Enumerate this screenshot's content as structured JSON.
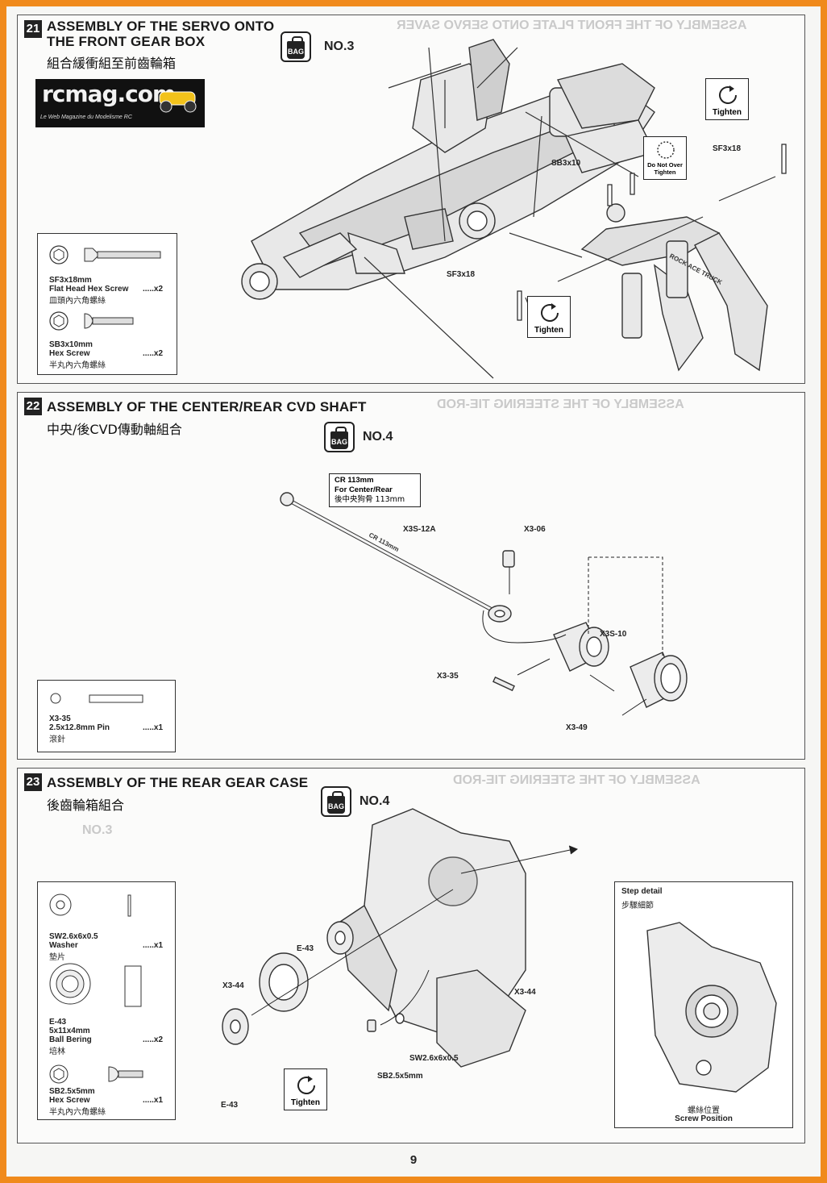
{
  "logo": {
    "brand": "rcmag.com",
    "tagline": "Le Web Magazine du Modelisme RC"
  },
  "step21": {
    "number": "21",
    "title_line1": "ASSEMBLY OF THE SERVO ONTO",
    "title_line2": "THE FRONT GEAR BOX",
    "subtitle": "組合緩衝組至前齒輪箱",
    "bag_label": "BAG",
    "bag_number": "NO.3",
    "ghost_title": "ASSEMBLY OF THE FRONT PLATE ONTO SERVO SAVER",
    "parts": [
      {
        "code": "SF3x18mm",
        "name": "Flat Head Hex Screw",
        "cn": "皿頭內六角螺絲",
        "qty": ".....x2"
      },
      {
        "code": "SB3x10mm",
        "name": "Hex Screw",
        "cn": "半丸內六角螺絲",
        "qty": ".....x2"
      }
    ],
    "labels": {
      "tighten_top": "Tighten",
      "sf3x18_right": "SF3x18",
      "sb3x10": "SB3x10",
      "do_not_over_tighten": "Do Not Over Tighten",
      "sf3x18_bottom": "SF3x18",
      "tighten_bottom": "Tighten",
      "plate_text": "ROCK ACE TRUCK"
    }
  },
  "step22": {
    "number": "22",
    "title": "ASSEMBLY OF THE CENTER/REAR CVD SHAFT",
    "subtitle": "中央/後CVD傳動軸組合",
    "bag_label": "BAG",
    "bag_number": "NO.4",
    "ghost_title": "ASSEMBLY OF THE STEERING TIE-ROD",
    "callout": [
      "CR 113mm",
      "For Center/Rear",
      "後中央狗骨 113mm"
    ],
    "parts": [
      {
        "code": "X3-35",
        "name": "2.5x12.8mm Pin",
        "cn": "滾針",
        "qty": ".....x1"
      }
    ],
    "labels": {
      "x3s12a": "X3S-12A",
      "x306": "X3-06",
      "x3s10": "X3S-10",
      "x335": "X3-35",
      "x349": "X3-49",
      "shaft_text": "CR 113mm"
    }
  },
  "step23": {
    "number": "23",
    "title": "ASSEMBLY OF THE REAR GEAR CASE",
    "subtitle": "後齒輪箱組合",
    "bag_label": "BAG",
    "bag_number": "NO.4",
    "ghost_title": "ASSEMBLY OF THE STEERING TIE-ROD",
    "ghost_bag": "NO.3",
    "parts": [
      {
        "code": "SW2.6x6x0.5",
        "name": "Washer",
        "cn": "墊片",
        "qty": ".....x1"
      },
      {
        "code": "E-43",
        "name": "5x11x4mm",
        "name2": "Ball Bering",
        "cn": "培林",
        "qty": ".....x2"
      },
      {
        "code": "SB2.5x5mm",
        "name": "Hex Screw",
        "cn": "半丸內六角螺絲",
        "qty": ".....x1"
      }
    ],
    "labels": {
      "e43_top": "E-43",
      "x344_left": "X3-44",
      "x344_right": "X3-44",
      "sw": "SW2.6x6x0.5",
      "sb": "SB2.5x5mm",
      "e43_bottom": "E-43",
      "tighten": "Tighten"
    },
    "step_detail": {
      "title": "Step detail",
      "title_cn": "步驟細節",
      "pos_cn": "螺絲位置",
      "pos": "Screw Position"
    }
  },
  "page_number": "9"
}
